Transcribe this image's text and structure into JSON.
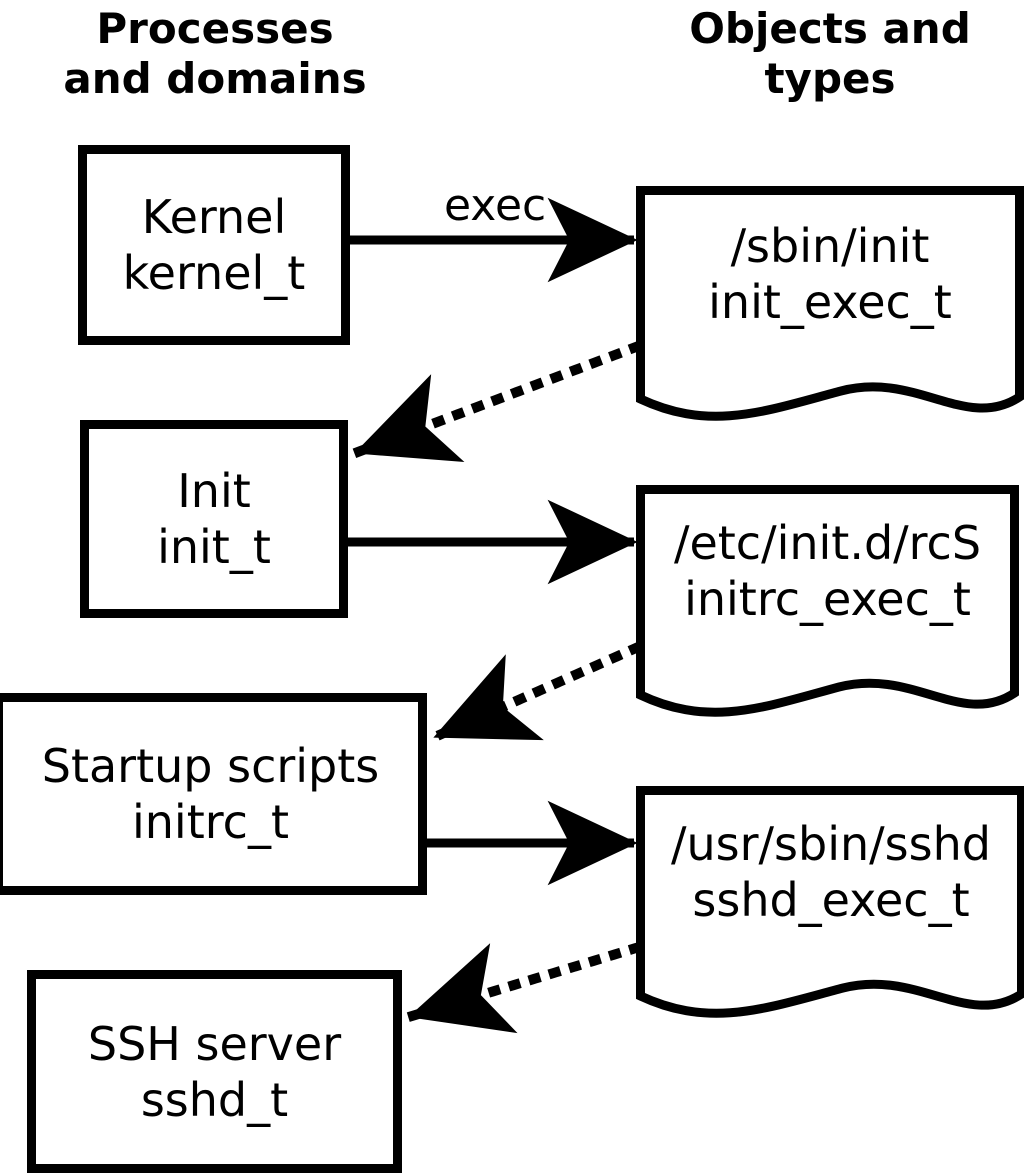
{
  "headers": {
    "left": "Processes\nand domains",
    "right": "Objects and\ntypes"
  },
  "colors": {
    "stroke": "#000000",
    "fill": "#ffffff",
    "text": "#000000"
  },
  "processes": [
    {
      "id": "kernel",
      "title": "Kernel",
      "type": "kernel_t"
    },
    {
      "id": "init",
      "title": "Init",
      "type": "init_t"
    },
    {
      "id": "initrc",
      "title": "Startup scripts",
      "type": "initrc_t"
    },
    {
      "id": "sshd",
      "title": "SSH server",
      "type": "sshd_t"
    }
  ],
  "objects": [
    {
      "id": "init_exec",
      "path": "/sbin/init",
      "type": "init_exec_t"
    },
    {
      "id": "initrc_exec",
      "path": "/etc/init.d/rcS",
      "type": "initrc_exec_t"
    },
    {
      "id": "sshd_exec",
      "path": "/usr/sbin/sshd",
      "type": "sshd_exec_t"
    }
  ],
  "edges": [
    {
      "id": "e1",
      "from": "kernel",
      "to": "init_exec",
      "style": "solid",
      "label": "exec"
    },
    {
      "id": "e2",
      "from": "init_exec",
      "to": "init",
      "style": "dotted",
      "label": ""
    },
    {
      "id": "e3",
      "from": "init",
      "to": "initrc_exec",
      "style": "solid",
      "label": ""
    },
    {
      "id": "e4",
      "from": "initrc_exec",
      "to": "initrc",
      "style": "dotted",
      "label": ""
    },
    {
      "id": "e5",
      "from": "initrc",
      "to": "sshd_exec",
      "style": "solid",
      "label": ""
    },
    {
      "id": "e6",
      "from": "sshd_exec",
      "to": "sshd",
      "style": "dotted",
      "label": ""
    }
  ]
}
